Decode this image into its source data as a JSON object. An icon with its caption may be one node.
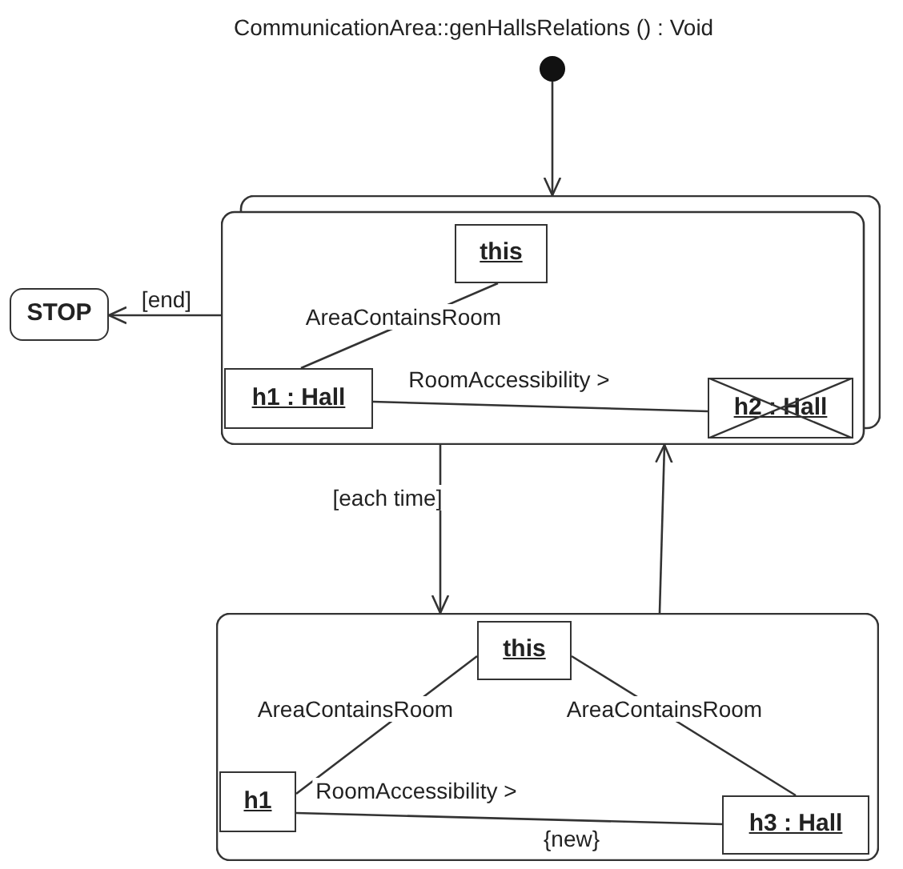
{
  "diagram": {
    "title": "CommunicationArea::genHallsRelations () : Void",
    "nodes": [
      {
        "text": [],
        "shape": "circle"
      },
      {
        "text": [],
        "shape": "box"
      },
      {
        "text": [
          "this"
        ],
        "in": 1
      },
      {
        "text": [
          "h1 : Hall"
        ],
        "in": 1
      },
      {
        "text": [
          "h2 : Hall"
        ],
        "in": 1
      },
      {
        "text": [
          "STOP"
        ]
      },
      {
        "text": [],
        "shape": "box"
      },
      {
        "text": [
          "this"
        ],
        "in": 6
      },
      {
        "text": [
          "h1"
        ],
        "in": 6
      },
      {
        "text": [
          "h3 : Hall"
        ],
        "in": 6
      }
    ],
    "edges": [
      {
        "from": 0,
        "to": 1,
        "arrow": "to"
      },
      {
        "from": 1,
        "to": 5,
        "arrow": "to",
        "label": "[end]"
      },
      {
        "from": 1,
        "to": 6,
        "arrow": "to",
        "label": "[each time]"
      },
      {
        "from": 6,
        "to": 1,
        "arrow": "to"
      },
      {
        "from": 2,
        "to": 3,
        "arrow": "none",
        "label": "AreaContainsRoom"
      },
      {
        "from": 3,
        "to": 4,
        "arrow": "none",
        "label": "RoomAccessibility >"
      },
      {
        "from": 7,
        "to": 8,
        "arrow": "none",
        "label": "AreaContainsRoom"
      },
      {
        "from": 7,
        "to": 9,
        "arrow": "none",
        "label": "AreaContainsRoom"
      },
      {
        "from": 8,
        "to": 9,
        "arrow": "none",
        "label": "RoomAccessibility >"
      }
    ],
    "labels": [
      "{new}"
    ]
  }
}
